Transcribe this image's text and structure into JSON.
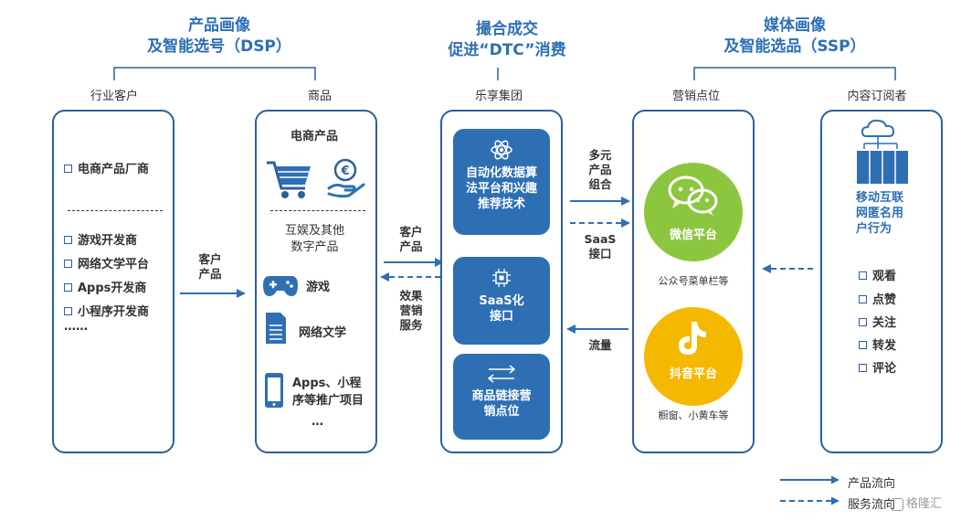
{
  "headers": {
    "dsp_line1": "产品画像",
    "dsp_line2": "及智能选号（DSP）",
    "match_line1": "撮合成交",
    "match_line2": "促进“DTC”消费",
    "ssp_line1": "媒体画像",
    "ssp_line2": "及智能选品（SSP）"
  },
  "columns": {
    "industry_clients": "行业客户",
    "goods": "商品",
    "lexiang_group": "乐享集团",
    "marketing_points": "营销点位",
    "content_subscribers": "内容订阅者"
  },
  "clients": {
    "item1": "电商产品厂商",
    "item2": "游戏开发商",
    "item3": "网络文学平台",
    "item4": "Apps开发商",
    "item5": "小程序开发商",
    "ellipsis": "……"
  },
  "goods": {
    "ecommerce": "电商产品",
    "entertainment_line1": "互娱及其他",
    "entertainment_line2": "数字产品",
    "game": "游戏",
    "literature": "网络文学",
    "apps_line1": "Apps、小程",
    "apps_line2": "序等推广项目",
    "ellipsis": "…"
  },
  "group_cards": {
    "card1_line1": "自动化数据算",
    "card1_line2": "法平台和兴趣",
    "card1_line3": "推荐技术",
    "card2_line1": "SaaS化",
    "card2_line2": "接口",
    "card3_line1": "商品链接营",
    "card3_line2": "销点位"
  },
  "platforms": {
    "wechat": "微信平台",
    "wechat_sub": "公众号菜单栏等",
    "douyin": "抖音平台",
    "douyin_sub": "橱窗、小黄车等"
  },
  "subscribers": {
    "desc_line1": "移动互联",
    "desc_line2": "网匿名用",
    "desc_line3": "户行为",
    "actions": [
      "观看",
      "点赞",
      "关注",
      "转发",
      "评论"
    ]
  },
  "arrows": {
    "client_to_goods_line1": "客户",
    "client_to_goods_line2": "产品",
    "goods_to_group_line1": "客户",
    "goods_to_group_line2": "产品",
    "group_to_goods_line1": "效果",
    "group_to_goods_line2": "营销",
    "group_to_goods_line3": "服务",
    "multi_line1": "多元",
    "multi_line2": "产品",
    "multi_line3": "组合",
    "saas_line1": "SaaS",
    "saas_line2": "接口",
    "traffic": "流量"
  },
  "legend": {
    "product_flow": "产品流向",
    "service_flow": "服务流向"
  },
  "watermark": "格隆汇",
  "colors": {
    "primary": "#2e6fb4",
    "border": "#2d5f9a",
    "wechat_green": "#8cc63f",
    "douyin_yellow": "#f5b800"
  }
}
